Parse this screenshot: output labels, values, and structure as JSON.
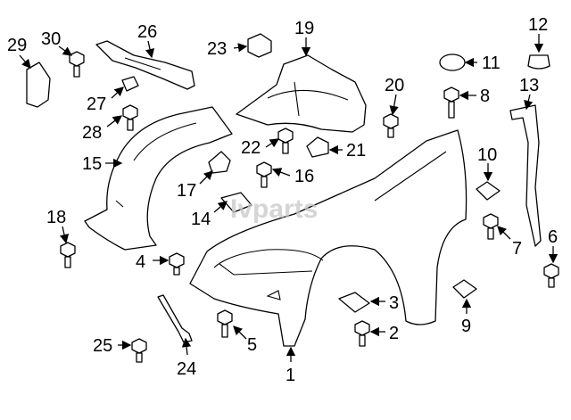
{
  "diagram": {
    "watermark": "Ivparts",
    "callouts": [
      "1",
      "2",
      "3",
      "4",
      "5",
      "6",
      "7",
      "8",
      "9",
      "10",
      "11",
      "12",
      "13",
      "14",
      "15",
      "16",
      "17",
      "18",
      "19",
      "20",
      "21",
      "22",
      "23",
      "24",
      "25",
      "26",
      "27",
      "28",
      "29",
      "30"
    ]
  }
}
